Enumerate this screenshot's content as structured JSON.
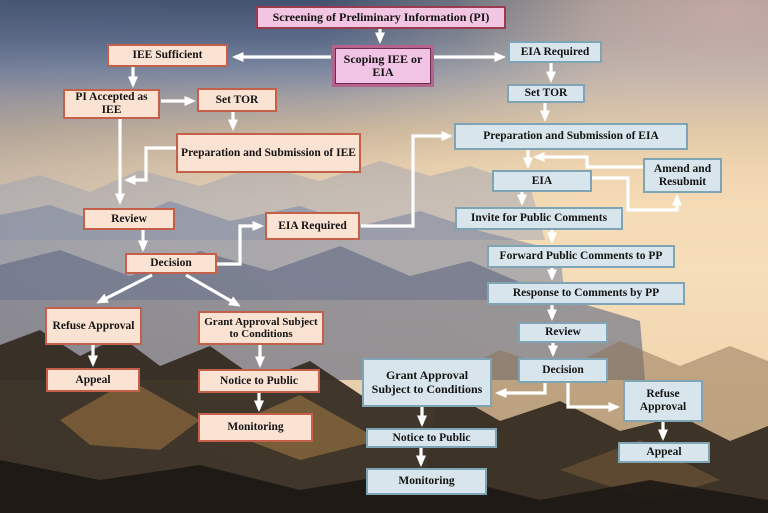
{
  "colors": {
    "peach_fill": "#fbe3d4",
    "peach_border": "#c4604a",
    "pink_fill": "#f2c5e2",
    "pink_border": "#9c3a50",
    "scoping_border": "#b4638c",
    "blue_fill": "#d8e5ec",
    "blue_border": "#7fa4b4",
    "arrow": "#ffffff"
  },
  "nodes": {
    "screening": {
      "label": "Screening of Preliminary Information (PI)"
    },
    "scoping": {
      "label": "Scoping IEE or EIA"
    },
    "iee_sufficient": {
      "label": "IEE Sufficient"
    },
    "pi_accepted": {
      "label": "PI Accepted as IEE"
    },
    "set_tor_left": {
      "label": "Set TOR"
    },
    "prep_iee": {
      "label": "Preparation and Submission of IEE"
    },
    "review_left": {
      "label": "Review"
    },
    "decision_left": {
      "label": "Decision"
    },
    "eia_required_mid": {
      "label": "EIA Required"
    },
    "refuse_left": {
      "label": "Refuse Approval"
    },
    "appeal_left": {
      "label": "Appeal"
    },
    "grant_left": {
      "label": "Grant Approval Subject to Conditions"
    },
    "notice_left": {
      "label": "Notice to Public"
    },
    "monitoring_left": {
      "label": "Monitoring"
    },
    "eia_required_top": {
      "label": "EIA Required"
    },
    "set_tor_right": {
      "label": "Set TOR"
    },
    "prep_eia": {
      "label": "Preparation and Submission of EIA"
    },
    "eia": {
      "label": "EIA"
    },
    "amend": {
      "label": "Amend and Resubmit"
    },
    "invite": {
      "label": "Invite for Public Comments"
    },
    "forward": {
      "label": "Forward Public Comments to PP"
    },
    "response": {
      "label": "Response to Comments by PP"
    },
    "review_right": {
      "label": "Review"
    },
    "decision_right": {
      "label": "Decision"
    },
    "grant_right": {
      "label": "Grant Approval Subject to Conditions"
    },
    "notice_right": {
      "label": "Notice to Public"
    },
    "monitoring_right": {
      "label": "Monitoring"
    },
    "refuse_right": {
      "label": "Refuse Approval"
    },
    "appeal_right": {
      "label": "Appeal"
    }
  },
  "edges": [
    {
      "from": "screening",
      "to": "scoping"
    },
    {
      "from": "scoping",
      "to": "iee_sufficient"
    },
    {
      "from": "scoping",
      "to": "eia_required_top"
    },
    {
      "from": "iee_sufficient",
      "to": "pi_accepted"
    },
    {
      "from": "pi_accepted",
      "to": "set_tor_left"
    },
    {
      "from": "set_tor_left",
      "to": "prep_iee"
    },
    {
      "from": "pi_accepted",
      "to": "review_left"
    },
    {
      "from": "prep_iee",
      "to": "review_left"
    },
    {
      "from": "review_left",
      "to": "decision_left"
    },
    {
      "from": "decision_left",
      "to": "eia_required_mid"
    },
    {
      "from": "eia_required_mid",
      "to": "prep_eia"
    },
    {
      "from": "decision_left",
      "to": "refuse_left"
    },
    {
      "from": "decision_left",
      "to": "grant_left"
    },
    {
      "from": "refuse_left",
      "to": "appeal_left"
    },
    {
      "from": "grant_left",
      "to": "notice_left"
    },
    {
      "from": "notice_left",
      "to": "monitoring_left"
    },
    {
      "from": "eia_required_top",
      "to": "set_tor_right"
    },
    {
      "from": "set_tor_right",
      "to": "prep_eia"
    },
    {
      "from": "prep_eia",
      "to": "eia"
    },
    {
      "from": "eia",
      "to": "amend"
    },
    {
      "from": "amend",
      "to": "eia"
    },
    {
      "from": "eia",
      "to": "invite"
    },
    {
      "from": "invite",
      "to": "forward"
    },
    {
      "from": "forward",
      "to": "response"
    },
    {
      "from": "response",
      "to": "review_right"
    },
    {
      "from": "review_right",
      "to": "decision_right"
    },
    {
      "from": "decision_right",
      "to": "grant_right"
    },
    {
      "from": "decision_right",
      "to": "refuse_right"
    },
    {
      "from": "grant_right",
      "to": "notice_right"
    },
    {
      "from": "notice_right",
      "to": "monitoring_right"
    },
    {
      "from": "refuse_right",
      "to": "appeal_right"
    }
  ]
}
